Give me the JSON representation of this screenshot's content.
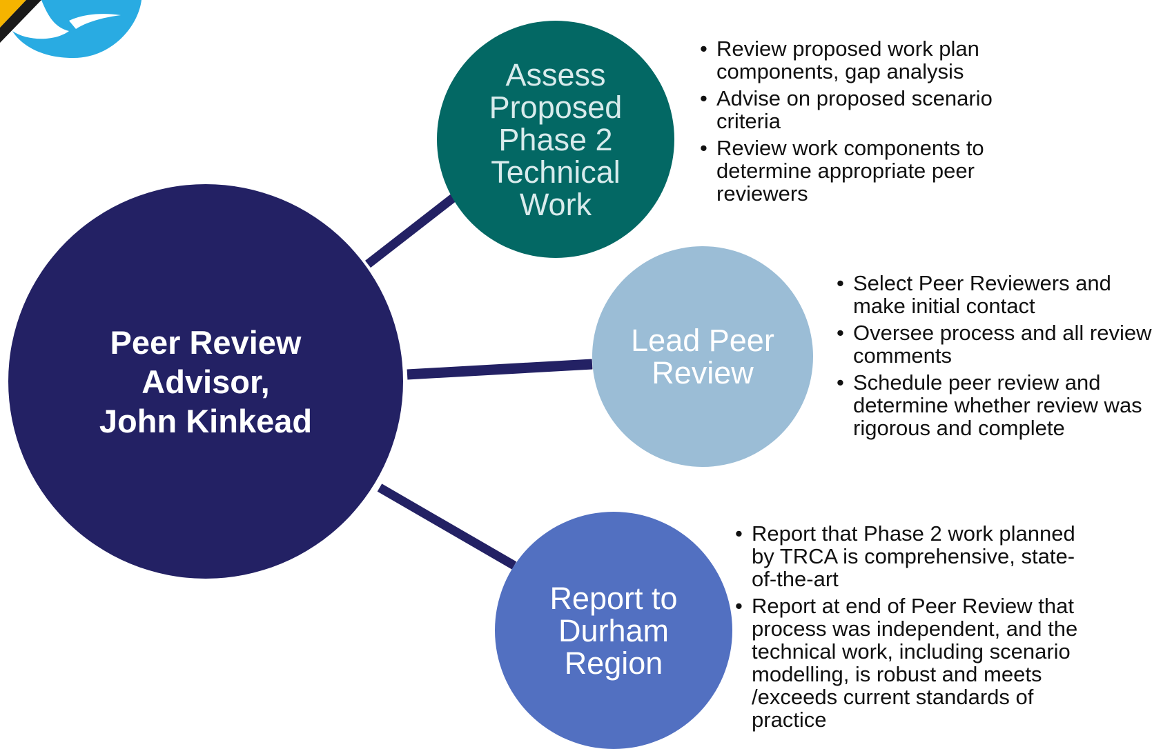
{
  "nodes": {
    "main": {
      "label": "Peer Review\nAdvisor,\nJohn Kinkead",
      "color": "#232164"
    },
    "assess": {
      "label": "Assess\nProposed\nPhase 2\nTechnical\nWork",
      "color": "#036864"
    },
    "lead": {
      "label": "Lead Peer\nReview",
      "color": "#9bbdd6"
    },
    "report": {
      "label": "Report to\nDurham\nRegion",
      "color": "#5270c1"
    }
  },
  "connector_color": "#232164",
  "bullets": {
    "assess": [
      "Review proposed work plan components, gap analysis",
      "Advise on proposed scenario criteria",
      "Review work components to determine appropriate peer reviewers"
    ],
    "lead": [
      "Select Peer Reviewers and make initial contact",
      "Oversee process and all review comments",
      "Schedule peer review and determine whether review was rigorous and complete"
    ],
    "report": [
      "Report that Phase 2 work planned by TRCA is comprehensive, state-of-the-art",
      "Report at end of Peer Review that process was independent, and the technical work, including scenario modelling, is robust and meets /exceeds current standards of practice"
    ]
  },
  "logo": {
    "colors": [
      "#29abe2",
      "#f5b400",
      "#1a1a1a"
    ]
  }
}
